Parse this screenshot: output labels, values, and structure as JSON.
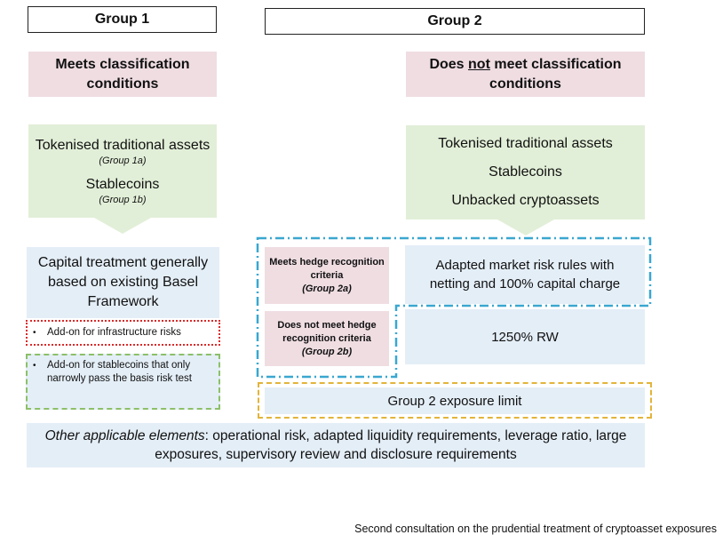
{
  "group1": {
    "header": "Group 1",
    "condition": "Meets classification conditions",
    "assets": [
      {
        "name": "Tokenised traditional assets",
        "sub": "(Group 1a)"
      },
      {
        "name": "Stablecoins",
        "sub": "(Group 1b)"
      }
    ],
    "treatment": "Capital treatment generally based on existing Basel Framework",
    "addons": [
      "Add-on for infrastructure risks",
      "Add-on for stablecoins that only narrowly pass the basis risk test"
    ]
  },
  "group2": {
    "header": "Group 2",
    "condition_pre": "Does ",
    "condition_underlined": "not",
    "condition_post": " meet classification conditions",
    "assets": [
      "Tokenised traditional assets",
      "Stablecoins",
      "Unbacked cryptoassets"
    ],
    "group2a_label": "Meets hedge recognition criteria",
    "group2a_sub": "(Group 2a)",
    "group2a_treatment": "Adapted market risk rules with netting and 100% capital charge",
    "group2b_label": "Does not meet hedge recognition criteria",
    "group2b_sub": "(Group 2b)",
    "group2b_treatment": "1250% RW",
    "exposure_limit": "Group 2 exposure limit"
  },
  "other": {
    "italic": "Other applicable elements",
    "text": ": operational risk, adapted liquidity requirements, leverage ratio, large exposures, supervisory review and disclosure requirements"
  },
  "caption": "Second consultation on the prudential treatment of cryptoasset exposures",
  "colors": {
    "pink": "#efdde2",
    "green": "#e2efd8",
    "blue": "#e4eef7",
    "red_dotted": "#d92b2b",
    "green_dashed": "#8cc068",
    "blue_dashdot": "#3aa7d0",
    "gold_dashed": "#e2b43a"
  }
}
